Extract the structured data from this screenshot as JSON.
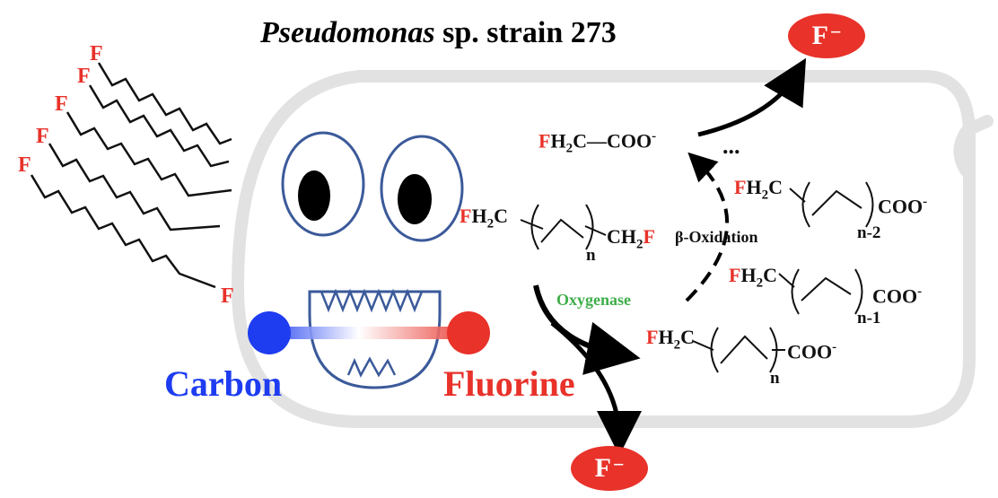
{
  "title": {
    "italic": "Pseudomonas",
    "rest": "sp. strain 273"
  },
  "fluoride_ion": {
    "label": "F",
    "charge": "−"
  },
  "labels": {
    "carbon": "Carbon",
    "fluorine": "Fluorine",
    "oxygenase": "Oxygenase",
    "beta_oxidation": "β-Oxidation",
    "ellipsis": "..."
  },
  "chain_atom": "F",
  "compounds": {
    "substrate": {
      "f": "F",
      "h2c": "H",
      "h_sub": "2",
      "c": "C",
      "n": "n",
      "ch2": "CH",
      "ch2_sub": "2",
      "end_f": "F"
    },
    "acid_n": {
      "f": "F",
      "h2c": "H",
      "h_sub": "2",
      "c": "C",
      "n": "n",
      "coo": "COO",
      "charge": "-"
    },
    "acid_n1": {
      "f": "F",
      "h2c": "H",
      "h_sub": "2",
      "c": "C",
      "n": "n-1",
      "coo": "COO",
      "charge": "-"
    },
    "acid_n2": {
      "f": "F",
      "h2c": "H",
      "h_sub": "2",
      "c": "C",
      "n": "n-2",
      "coo": "COO",
      "charge": "-"
    },
    "fluoroacetate": {
      "f": "F",
      "h2c": "H",
      "h_sub": "2",
      "c": "C",
      "bond": "—",
      "coo": "COO",
      "charge": "-"
    }
  },
  "colors": {
    "fluorine_red": "#e8322a",
    "carbon_blue": "#1e3cf0",
    "enzyme_green": "#3fae4a",
    "face_blue": "#3b5a9a",
    "cell_gray": "#e2e2e2"
  }
}
